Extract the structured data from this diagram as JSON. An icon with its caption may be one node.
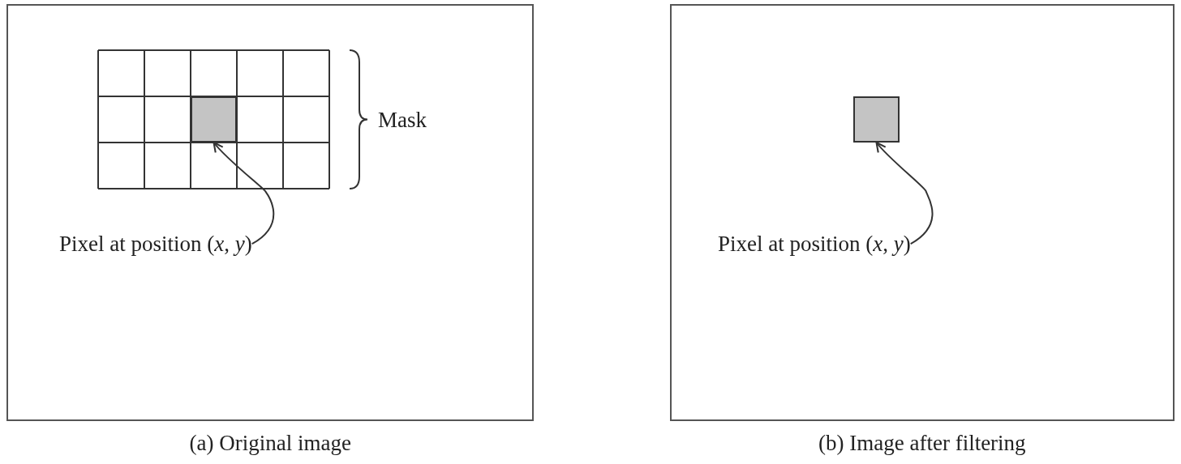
{
  "diagram": {
    "nodes": [
      {
        "text": [
          "(a) Original image"
        ]
      },
      {
        "text": [],
        "shape": "box",
        "in": 0
      },
      {
        "text": [
          "Pixel at position (*x*, *y*)"
        ],
        "in": 0
      },
      {
        "text": [
          "(b) Image after filtering"
        ]
      },
      {
        "text": [],
        "shape": "box",
        "in": 3
      },
      {
        "text": [
          "Pixel at position (*x*, *y*)"
        ],
        "in": 3
      }
    ],
    "edges": [
      {
        "from": 2,
        "to": 1,
        "arrow": "to"
      },
      {
        "from": 5,
        "to": 4,
        "arrow": "to"
      }
    ],
    "labels": [
      "Mask"
    ]
  }
}
